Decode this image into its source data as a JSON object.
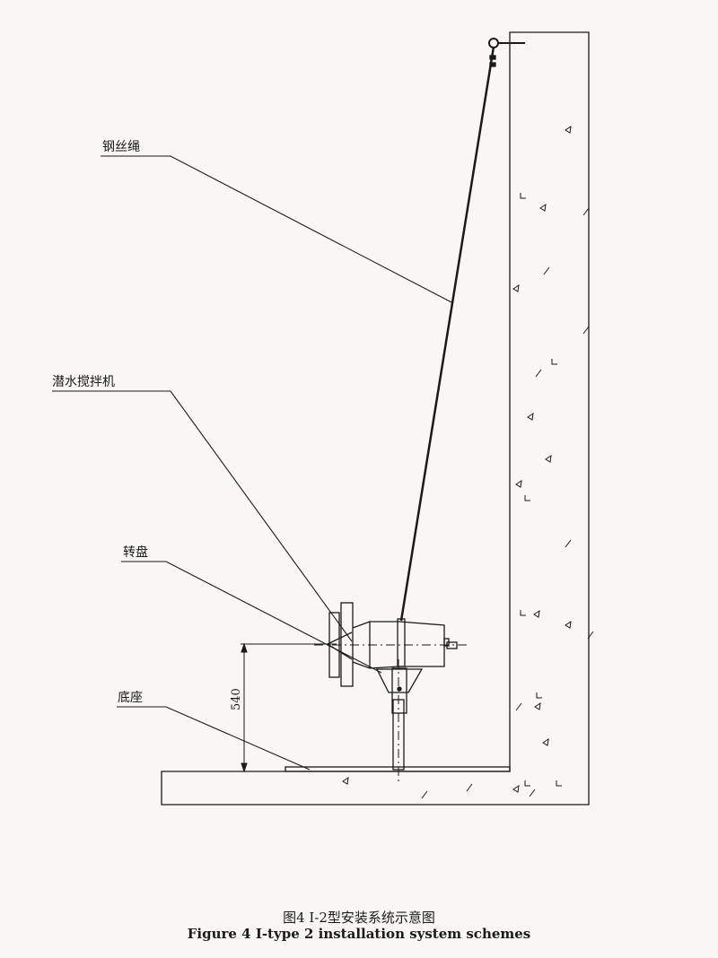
{
  "labels": {
    "wire_rope": "钢丝绳",
    "submersible_mixer": "潜水搅拌机",
    "turntable": "转盘",
    "base": "底座"
  },
  "dimension": {
    "value": "540"
  },
  "caption": {
    "chinese": "图4 Ⅰ-2型安装系统示意图",
    "english": "Figure 4 Ⅰ-type 2 installation system schemes"
  },
  "colors": {
    "line": "#1a1a1a",
    "paper": "#f8f7f4"
  }
}
